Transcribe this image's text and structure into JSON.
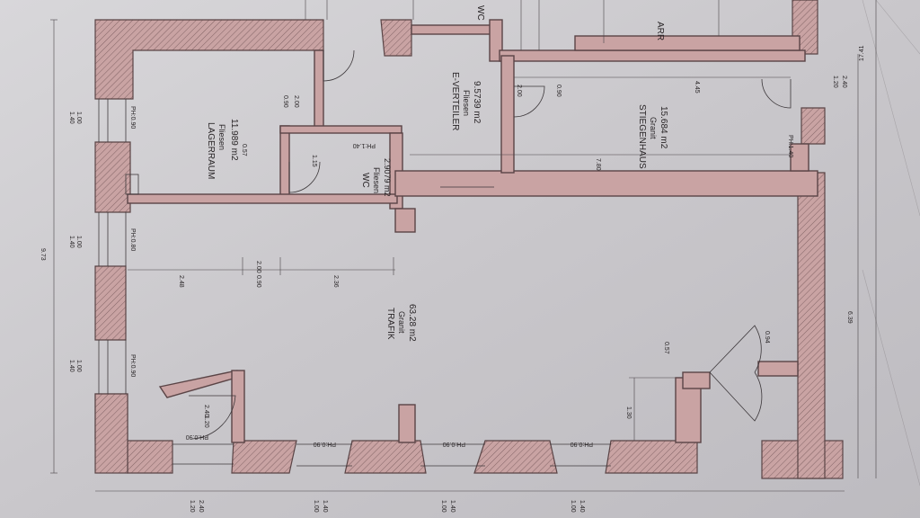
{
  "rooms": {
    "lagerraum": {
      "name": "LAGERRAUM",
      "material": "Fliesen",
      "area": "11.989 m2"
    },
    "wc": {
      "name": "WC",
      "material": "Fliesen",
      "area": "2.9079 m2"
    },
    "everteiler": {
      "name": "E-VERTEILER",
      "material": "Fliesen",
      "area": "9.5739 m2"
    },
    "stiegenhaus": {
      "name": "STIEGENHAUS",
      "material": "Granit",
      "area": "15.684 m2"
    },
    "trafik": {
      "name": "TRAFIK",
      "material": "Granit",
      "area": "63.28 m2"
    },
    "wc_top": {
      "name": "WC"
    },
    "arr_top": {
      "name": "ARR"
    }
  },
  "dimensions": {
    "left_overall": "9.73",
    "right_overall": "17.41",
    "right_lower": "6.39",
    "right_upper_1": "1.20",
    "right_upper_2": "2.40",
    "top_everteiler": "2.00",
    "top_everteiler_2": "0.90",
    "stieg_width": "4.45",
    "stieg_height": "7.80",
    "trafik_seg1": "2.48",
    "trafik_seg2": "2.00",
    "trafik_seg3": "0.90",
    "trafik_seg4": "2.36",
    "door_240": "2.40",
    "door_120": "1.20",
    "door_r_130": "1.30",
    "door_r_057": "0.57",
    "door_r_094": "0.94",
    "wc_115": "1.15",
    "wc_057": "0.57",
    "lager_090": "0.90",
    "lager_200": "2.00"
  },
  "windows": {
    "left_1": [
      "PH:0.90",
      "1.40",
      "1.00"
    ],
    "left_2": [
      "PH:0.80",
      "1.40",
      "1.00"
    ],
    "left_3": [
      "PH:0.90",
      "1.40",
      "1.00"
    ],
    "bottom_1": [
      "PH:0.90",
      "1.20",
      "2.40"
    ],
    "bottom_2": [
      "PH:0.90",
      "1.00",
      "1.40"
    ],
    "bottom_3": [
      "PH:0.90",
      "1.00",
      "1.40"
    ],
    "bottom_4": [
      "PH:0.90",
      "1.00",
      "1.40"
    ],
    "wc_window": "PH:1.40",
    "stieg_window": "PH:1.40"
  },
  "colors": {
    "paper": "#cfcdd0",
    "wall": "#c9a3a3",
    "ink": "#3f3a3d"
  }
}
